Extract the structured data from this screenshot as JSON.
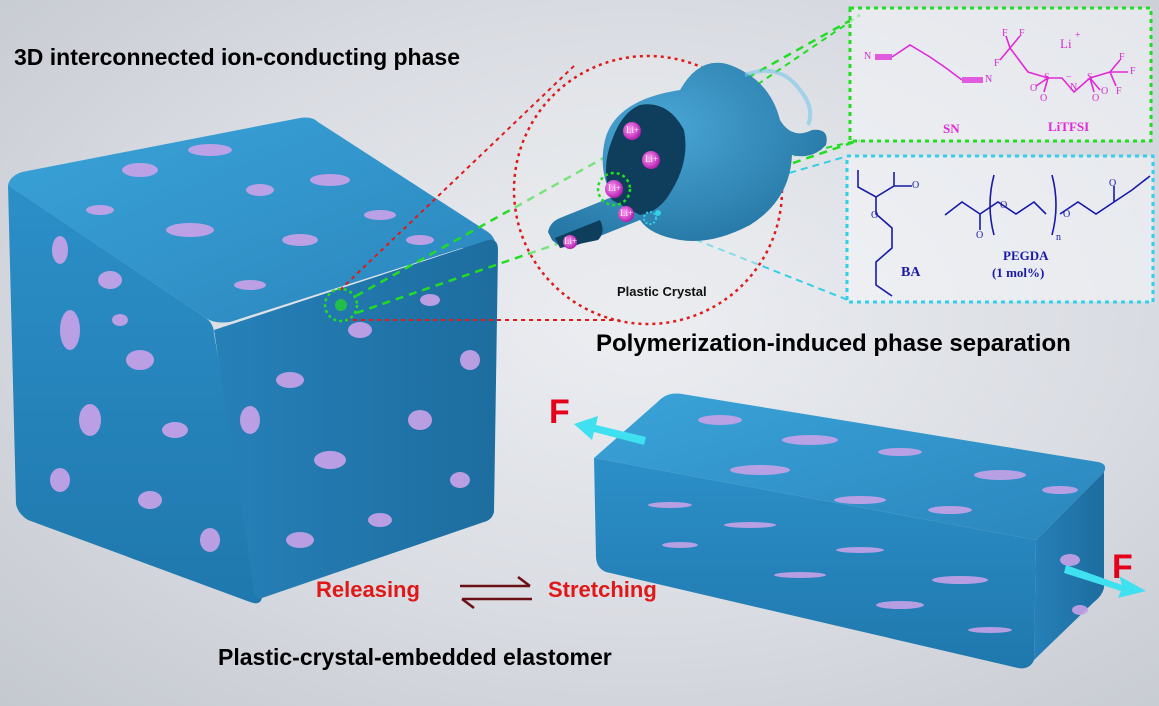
{
  "titles": {
    "ion_phase": "3D interconnected  ion-conducting phase",
    "pips": "Polymerization-induced phase separation",
    "elastomer": "Plastic-crystal-embedded elastomer"
  },
  "stretch": {
    "releasing": "Releasing",
    "stretching": "Stretching",
    "force_left": "F",
    "force_right": "F"
  },
  "inset": {
    "plastic_crystal_label": "Plastic Crystal",
    "li_ion": "Li+"
  },
  "chemistry": {
    "sn_label": "SN",
    "litfsi_label": "LiTFSI",
    "ba_label": "BA",
    "pegda_label": "PEGDA",
    "pegda_concentration": "(1 mol%)",
    "atoms": {
      "n": "N",
      "f": "F",
      "s": "S",
      "o": "O",
      "li": "Li",
      "plus": "+",
      "minus": "−",
      "sub_n": "n"
    }
  },
  "colors": {
    "elastomer_blue": "#2a8fc7",
    "crystal_pink": "#c9a3e6",
    "red_dots": "#e01a1a",
    "green_box": "#22dd22",
    "cyan_box": "#33cfe6",
    "magenta_chem": "#e02ad8",
    "navy_chem": "#1a1aa8",
    "force_arrow": "#3fe0f0"
  }
}
